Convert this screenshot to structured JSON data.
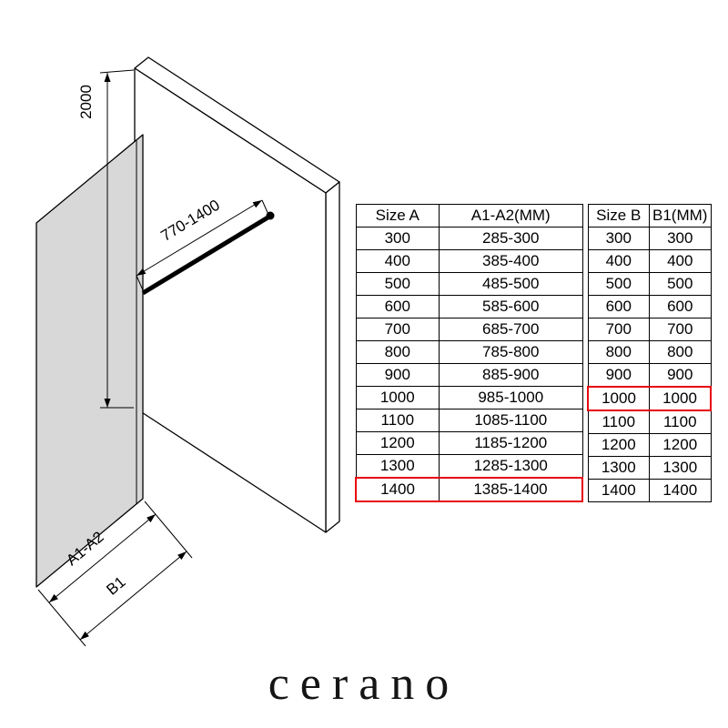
{
  "diagram": {
    "height_label": "2000",
    "bar_label": "770-1400",
    "width_a_label": "A1-A2",
    "width_b_label": "B1"
  },
  "tables": [
    {
      "headers": [
        "Size A",
        "A1-A2(MM)"
      ],
      "rows": [
        [
          "300",
          "285-300"
        ],
        [
          "400",
          "385-400"
        ],
        [
          "500",
          "485-500"
        ],
        [
          "600",
          "585-600"
        ],
        [
          "700",
          "685-700"
        ],
        [
          "800",
          "785-800"
        ],
        [
          "900",
          "885-900"
        ],
        [
          "1000",
          "985-1000"
        ],
        [
          "1100",
          "1085-1100"
        ],
        [
          "1200",
          "1185-1200"
        ],
        [
          "1300",
          "1285-1300"
        ],
        [
          "1400",
          "1385-1400"
        ]
      ],
      "highlighted_row": 11
    },
    {
      "headers": [
        "Size B",
        "B1(MM)"
      ],
      "rows": [
        [
          "300",
          "300"
        ],
        [
          "400",
          "400"
        ],
        [
          "500",
          "500"
        ],
        [
          "600",
          "600"
        ],
        [
          "700",
          "700"
        ],
        [
          "800",
          "800"
        ],
        [
          "900",
          "900"
        ],
        [
          "1000",
          "1000"
        ],
        [
          "1100",
          "1100"
        ],
        [
          "1200",
          "1200"
        ],
        [
          "1300",
          "1300"
        ],
        [
          "1400",
          "1400"
        ]
      ],
      "highlighted_row": 7
    }
  ],
  "brand": {
    "logo": "cerano"
  },
  "colors": {
    "highlight": "#e8000d",
    "glass": "#d8d8d8"
  }
}
